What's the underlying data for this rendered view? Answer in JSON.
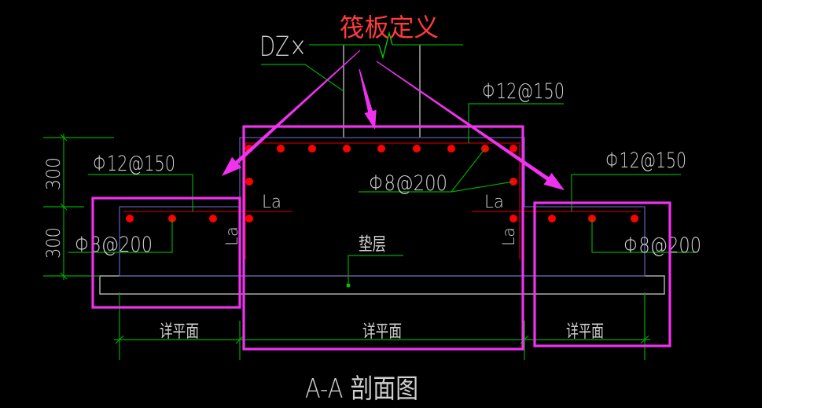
{
  "annotation": {
    "title": "筏板定义"
  },
  "drawing": {
    "section_title": "A-A 剖面图",
    "column_label": "DZ×",
    "cushion_label": "垫层",
    "center": {
      "top_rebar": "Φ12@150",
      "side_rebar": "Φ8@200",
      "anchorage_left": "La",
      "anchorage_right": "La",
      "anchorage_left_vertical": "La",
      "anchorage_right_vertical": "La",
      "width_label": "详平面"
    },
    "left_wing": {
      "top_rebar": "Φ12@150",
      "bottom_rebar": "Φ8@200",
      "width_label": "详平面"
    },
    "right_wing": {
      "top_rebar": "Φ12@150",
      "bottom_rebar": "Φ8@200",
      "width_label": "详平面"
    },
    "dimensions": {
      "upper_thickness": "300",
      "lower_thickness": "300"
    }
  },
  "colors": {
    "canvas": "#000000",
    "side_panel": "#ffffff",
    "text": "#cfcfcf",
    "title": "#ff3b3b",
    "highlight": "#f032f0",
    "leader_lines": "#00a800",
    "break_symbol": "#00d400",
    "slab_outline": "#5a5aaa",
    "rebar_lines": "#b40000",
    "rebar_dots": "#ff0000",
    "column_lines": "#d6d6d6",
    "cushion_outline": "#d4d4d4"
  }
}
